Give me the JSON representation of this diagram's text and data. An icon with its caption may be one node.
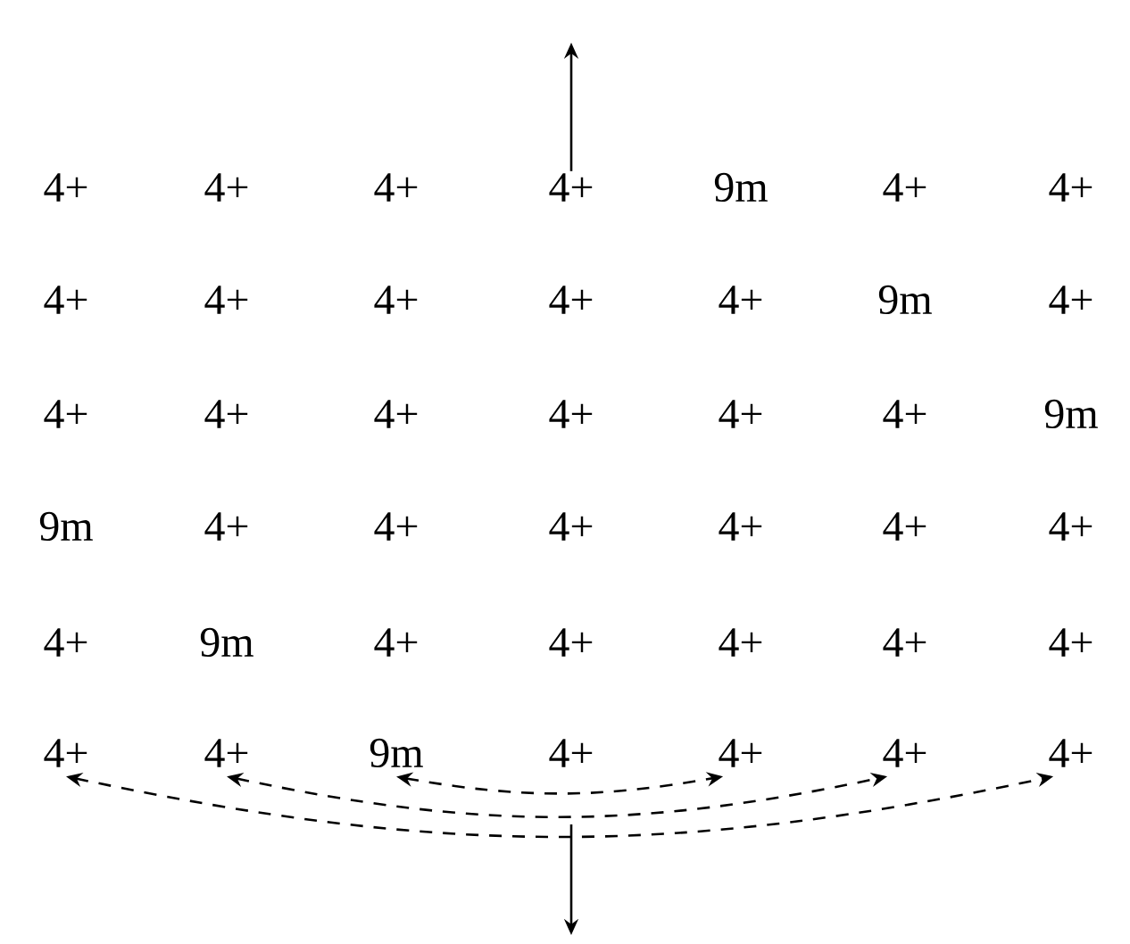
{
  "diagram": {
    "nodes": [
      {
        "text": [
          "4+"
        ]
      },
      {
        "text": [
          "4+"
        ]
      },
      {
        "text": [
          "4+"
        ]
      },
      {
        "text": [
          "4+"
        ]
      },
      {
        "text": [
          "9m"
        ]
      },
      {
        "text": [
          "4+"
        ]
      },
      {
        "text": [
          "4+"
        ]
      },
      {
        "text": [
          "4+"
        ]
      },
      {
        "text": [
          "4+"
        ]
      },
      {
        "text": [
          "4+"
        ]
      },
      {
        "text": [
          "4+"
        ]
      },
      {
        "text": [
          "4+"
        ]
      },
      {
        "text": [
          "9m"
        ]
      },
      {
        "text": [
          "4+"
        ]
      },
      {
        "text": [
          "4+"
        ]
      },
      {
        "text": [
          "4+"
        ]
      },
      {
        "text": [
          "4+"
        ]
      },
      {
        "text": [
          "4+"
        ]
      },
      {
        "text": [
          "4+"
        ]
      },
      {
        "text": [
          "4+"
        ]
      },
      {
        "text": [
          "9m"
        ]
      },
      {
        "text": [
          "9m"
        ]
      },
      {
        "text": [
          "4+"
        ]
      },
      {
        "text": [
          "4+"
        ]
      },
      {
        "text": [
          "4+"
        ]
      },
      {
        "text": [
          "4+"
        ]
      },
      {
        "text": [
          "4+"
        ]
      },
      {
        "text": [
          "4+"
        ]
      },
      {
        "text": [
          "4+"
        ]
      },
      {
        "text": [
          "9m"
        ]
      },
      {
        "text": [
          "4+"
        ]
      },
      {
        "text": [
          "4+"
        ]
      },
      {
        "text": [
          "4+"
        ]
      },
      {
        "text": [
          "4+"
        ]
      },
      {
        "text": [
          "4+"
        ]
      },
      {
        "text": [
          "4+"
        ]
      },
      {
        "text": [
          "4+"
        ]
      },
      {
        "text": [
          "9m"
        ]
      },
      {
        "text": [
          "4+"
        ]
      },
      {
        "text": [
          "4+"
        ]
      },
      {
        "text": [
          "4+"
        ]
      },
      {
        "text": [
          "4+"
        ]
      }
    ],
    "edges": [
      {
        "from": 3,
        "to": null,
        "arrow": "to"
      },
      {
        "from": 37,
        "to": 39,
        "arrow": "both",
        "style": "dashed"
      },
      {
        "from": 36,
        "to": 40,
        "arrow": "both",
        "style": "dashed"
      },
      {
        "from": 35,
        "to": 41,
        "arrow": "both",
        "style": "dashed"
      }
    ]
  }
}
